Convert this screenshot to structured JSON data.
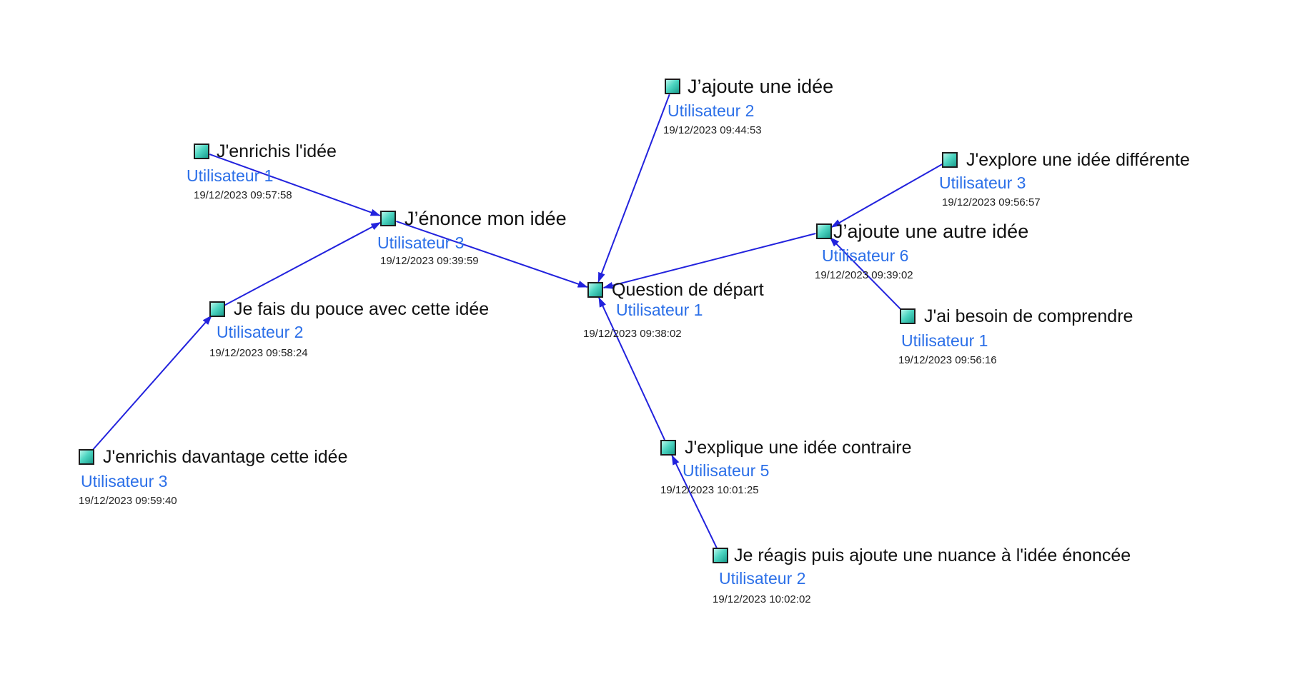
{
  "colors": {
    "edge": "#2222dd",
    "user": "#2b6fe8",
    "icon_top": "#b8f5ea",
    "icon_bottom": "#1a9d8d"
  },
  "nodes": [
    {
      "id": "start",
      "title": "Question de départ",
      "user": "Utilisateur 1",
      "time": "19/12/2023 09:38:02",
      "icon": "node-square-icon"
    },
    {
      "id": "enonce",
      "title": "J’énonce mon idée",
      "user": "Utilisateur 3",
      "time": "19/12/2023 09:39:59",
      "icon": "node-square-icon"
    },
    {
      "id": "enrichis",
      "title": "J'enrichis l'idée",
      "user": "Utilisateur 1",
      "time": "19/12/2023 09:57:58",
      "icon": "node-square-icon"
    },
    {
      "id": "pouce",
      "title": "Je fais du pouce avec cette idée",
      "user": "Utilisateur 2",
      "time": "19/12/2023 09:58:24",
      "icon": "node-square-icon"
    },
    {
      "id": "davantage",
      "title": "J'enrichis davantage cette idée",
      "user": "Utilisateur 3",
      "time": "19/12/2023 09:59:40",
      "icon": "node-square-icon"
    },
    {
      "id": "ajoute",
      "title": "J’ajoute une idée",
      "user": "Utilisateur 2",
      "time": "19/12/2023 09:44:53",
      "icon": "node-square-icon"
    },
    {
      "id": "autre",
      "title": "J’ajoute une autre idée",
      "user": "Utilisateur 6",
      "time": "19/12/2023 09:39:02",
      "icon": "node-square-icon"
    },
    {
      "id": "explore",
      "title": "J'explore une idée différente",
      "user": "Utilisateur 3",
      "time": "19/12/2023 09:56:57",
      "icon": "node-square-icon"
    },
    {
      "id": "besoin",
      "title": "J'ai besoin de comprendre",
      "user": "Utilisateur 1",
      "time": "19/12/2023 09:56:16",
      "icon": "node-square-icon"
    },
    {
      "id": "contraire",
      "title": "J'explique une idée contraire",
      "user": "Utilisateur 5",
      "time": "19/12/2023 10:01:25",
      "icon": "node-square-icon"
    },
    {
      "id": "nuance",
      "title": "Je réagis puis ajoute une nuance à l'idée énoncée",
      "user": "Utilisateur 2",
      "time": "19/12/2023 10:02:02",
      "icon": "node-square-icon"
    }
  ],
  "edges": [
    {
      "from": "enonce",
      "to": "start"
    },
    {
      "from": "enrichis",
      "to": "enonce"
    },
    {
      "from": "pouce",
      "to": "enonce"
    },
    {
      "from": "davantage",
      "to": "pouce"
    },
    {
      "from": "ajoute",
      "to": "start"
    },
    {
      "from": "autre",
      "to": "start"
    },
    {
      "from": "explore",
      "to": "autre"
    },
    {
      "from": "besoin",
      "to": "autre"
    },
    {
      "from": "contraire",
      "to": "start"
    },
    {
      "from": "nuance",
      "to": "contraire"
    }
  ]
}
